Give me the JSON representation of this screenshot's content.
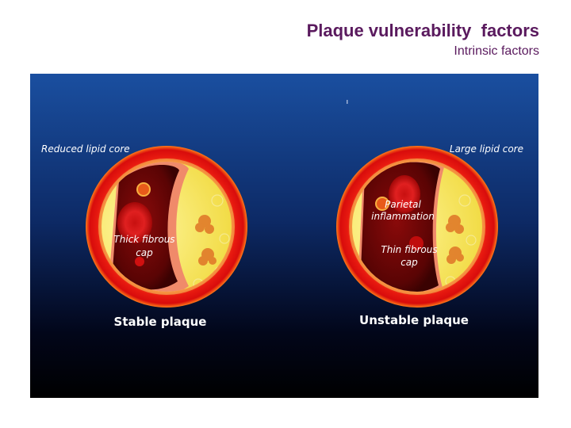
{
  "header": {
    "title": "Plaque vulnerability  factors",
    "subtitle": "Intrinsic factors"
  },
  "figure": {
    "stable": {
      "core_label": "Reduced lipid core",
      "cap_label_line1": "Thick fibrous",
      "cap_label_line2": "cap",
      "caption": "Stable plaque"
    },
    "unstable": {
      "core_label": "Large lipid core",
      "inflammation_line1": "Parietal",
      "inflammation_line2": "inflammation",
      "cap_label_line1": "Thin fibrous",
      "cap_label_line2": "cap",
      "caption": "Unstable plaque"
    }
  },
  "colors": {
    "title": "#5a1a5e",
    "panel_top": "#1a4fa0",
    "panel_bottom": "#000000",
    "vessel_wall": "#e81a10",
    "lipid": "#f6e65a",
    "lumen": "#7a0808"
  }
}
